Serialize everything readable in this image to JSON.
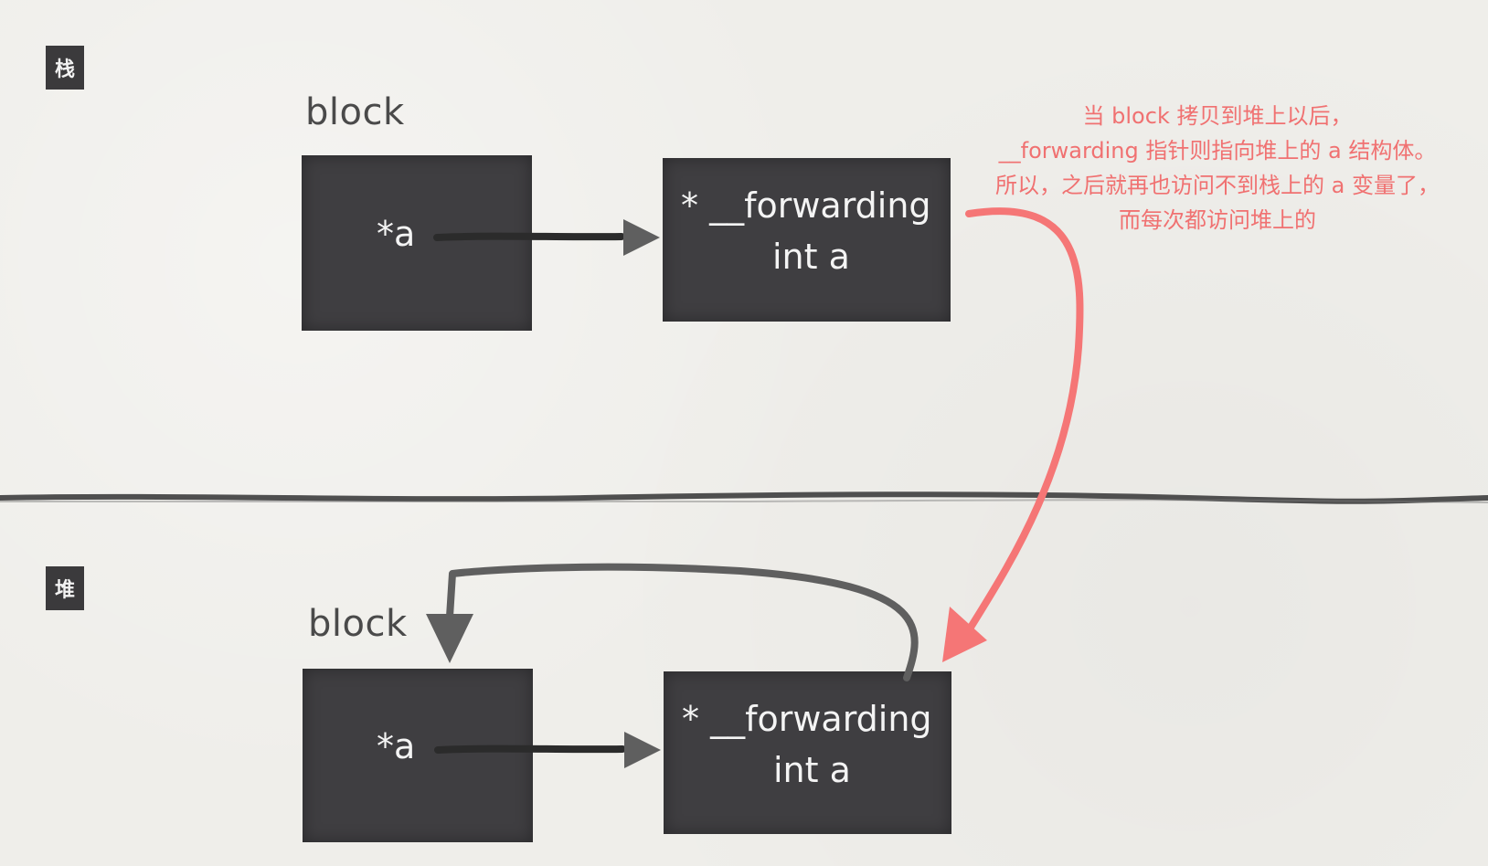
{
  "stack_section": {
    "tag": "栈",
    "block_label": "block",
    "block_box_field": "*a",
    "struct_line1": "* __forwarding",
    "struct_line2": "int a"
  },
  "heap_section": {
    "tag": "堆",
    "block_label": "block",
    "block_box_field": "*a",
    "struct_line1": "* __forwarding",
    "struct_line2": "int a"
  },
  "annotation": {
    "line1": "当  block 拷贝到堆上以后，",
    "line2": "__forwarding 指针则指向堆上的 a 结构体。",
    "line3": "所以，之后就再也访问不到栈上的 a 变量了，",
    "line4": "而每次都访问堆上的"
  },
  "colors": {
    "box": "#3f3e41",
    "arrow": "#5f5f5f",
    "annotation": "#f07171",
    "divider": "#4f4f4f"
  }
}
